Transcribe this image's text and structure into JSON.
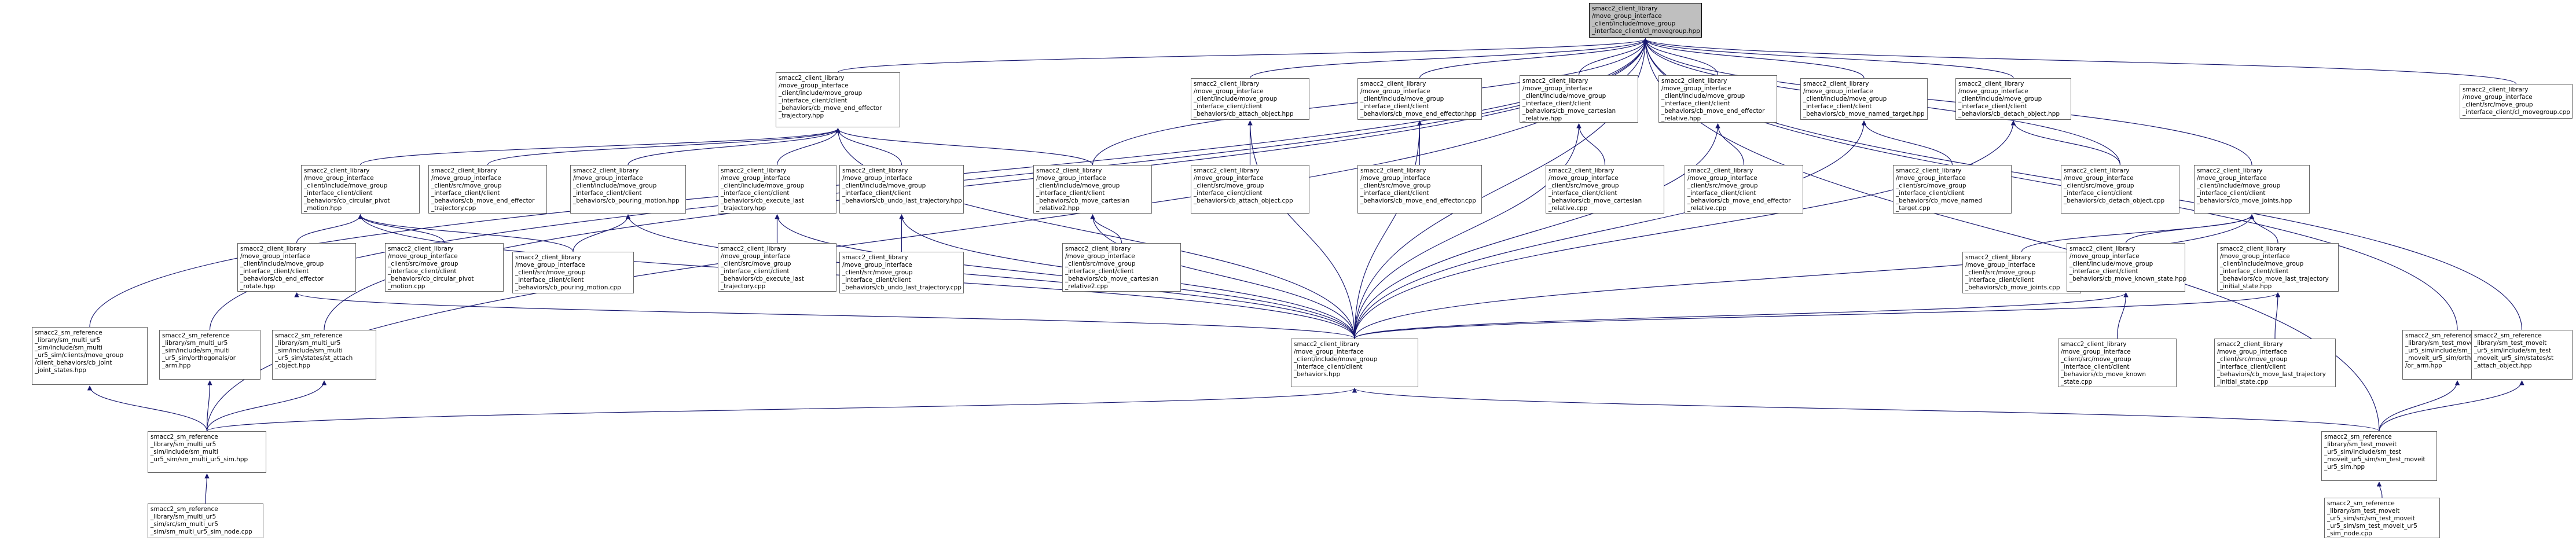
{
  "graph": {
    "edge_color": "#191970",
    "node_fill": "#ffffff",
    "root_fill": "#bfbfbf",
    "border_color": "#666666",
    "nodes": {
      "root": [
        "smacc2_client_library",
        "/move_group_interface",
        "_client/include/move_group",
        "_interface_client/cl_movegroup.hpp"
      ],
      "cb_move_end_effector_trajectory_hpp": [
        "smacc2_client_library",
        "/move_group_interface",
        "_client/include/move_group",
        "_interface_client/client",
        "_behaviors/cb_move_end_effector",
        "_trajectory.hpp"
      ],
      "cb_attach_object_hpp": [
        "smacc2_client_library",
        "/move_group_interface",
        "_client/include/move_group",
        "_interface_client/client",
        "_behaviors/cb_attach_object.hpp"
      ],
      "cb_move_end_effector_hpp": [
        "smacc2_client_library",
        "/move_group_interface",
        "_client/include/move_group",
        "_interface_client/client",
        "_behaviors/cb_move_end_effector.hpp"
      ],
      "cb_move_cartesian_relative_hpp": [
        "smacc2_client_library",
        "/move_group_interface",
        "_client/include/move_group",
        "_interface_client/client",
        "_behaviors/cb_move_cartesian",
        "_relative.hpp"
      ],
      "cb_move_end_effector_relative_hpp": [
        "smacc2_client_library",
        "/move_group_interface",
        "_client/include/move_group",
        "_interface_client/client",
        "_behaviors/cb_move_end_effector",
        "_relative.hpp"
      ],
      "cb_move_named_target_hpp": [
        "smacc2_client_library",
        "/move_group_interface",
        "_client/include/move_group",
        "_interface_client/client",
        "_behaviors/cb_move_named_target.hpp"
      ],
      "cb_detach_object_hpp": [
        "smacc2_client_library",
        "/move_group_interface",
        "_client/include/move_group",
        "_interface_client/client",
        "_behaviors/cb_detach_object.hpp"
      ],
      "cl_movegroup_cpp": [
        "smacc2_client_library",
        "/move_group_interface",
        "_client/src/move_group",
        "_interface_client/cl_movegroup.cpp"
      ],
      "cb_circular_pivot_motion_hpp": [
        "smacc2_client_library",
        "/move_group_interface",
        "_client/include/move_group",
        "_interface_client/client",
        "_behaviors/cb_circular_pivot",
        "_motion.hpp"
      ],
      "cb_move_end_effector_trajectory_cpp": [
        "smacc2_client_library",
        "/move_group_interface",
        "_client/src/move_group",
        "_interface_client/client",
        "_behaviors/cb_move_end_effector",
        "_trajectory.cpp"
      ],
      "cb_pouring_motion_hpp": [
        "smacc2_client_library",
        "/move_group_interface",
        "_client/include/move_group",
        "_interface_client/client",
        "_behaviors/cb_pouring_motion.hpp"
      ],
      "cb_execute_last_trajectory_hpp": [
        "smacc2_client_library",
        "/move_group_interface",
        "_client/include/move_group",
        "_interface_client/client",
        "_behaviors/cb_execute_last",
        "_trajectory.hpp"
      ],
      "cb_undo_last_trajectory_hpp": [
        "smacc2_client_library",
        "/move_group_interface",
        "_client/include/move_group",
        "_interface_client/client",
        "_behaviors/cb_undo_last_trajectory.hpp"
      ],
      "cb_move_cartesian_relative2_hpp": [
        "smacc2_client_library",
        "/move_group_interface",
        "_client/include/move_group",
        "_interface_client/client",
        "_behaviors/cb_move_cartesian",
        "_relative2.hpp"
      ],
      "cb_attach_object_cpp": [
        "smacc2_client_library",
        "/move_group_interface",
        "_client/src/move_group",
        "_interface_client/client",
        "_behaviors/cb_attach_object.cpp"
      ],
      "cb_move_end_effector_cpp": [
        "smacc2_client_library",
        "/move_group_interface",
        "_client/src/move_group",
        "_interface_client/client",
        "_behaviors/cb_move_end_effector.cpp"
      ],
      "cb_move_cartesian_relative_cpp": [
        "smacc2_client_library",
        "/move_group_interface",
        "_client/src/move_group",
        "_interface_client/client",
        "_behaviors/cb_move_cartesian",
        "_relative.cpp"
      ],
      "cb_move_end_effector_relative_cpp": [
        "smacc2_client_library",
        "/move_group_interface",
        "_client/src/move_group",
        "_interface_client/client",
        "_behaviors/cb_move_end_effector",
        "_relative.cpp"
      ],
      "cb_move_named_target_cpp": [
        "smacc2_client_library",
        "/move_group_interface",
        "_client/src/move_group",
        "_interface_client/client",
        "_behaviors/cb_move_named",
        "_target.cpp"
      ],
      "cb_detach_object_cpp": [
        "smacc2_client_library",
        "/move_group_interface",
        "_client/src/move_group",
        "_interface_client/client",
        "_behaviors/cb_detach_object.cpp"
      ],
      "cb_move_joints_hpp": [
        "smacc2_client_library",
        "/move_group_interface",
        "_client/include/move_group",
        "_interface_client/client",
        "_behaviors/cb_move_joints.hpp"
      ],
      "cb_end_effector_rotate_hpp": [
        "smacc2_client_library",
        "/move_group_interface",
        "_client/include/move_group",
        "_interface_client/client",
        "_behaviors/cb_end_effector",
        "_rotate.hpp"
      ],
      "cb_circular_pivot_motion_cpp": [
        "smacc2_client_library",
        "/move_group_interface",
        "_client/src/move_group",
        "_interface_client/client",
        "_behaviors/cb_circular_pivot",
        "_motion.cpp"
      ],
      "cb_pouring_motion_cpp": [
        "smacc2_client_library",
        "/move_group_interface",
        "_client/src/move_group",
        "_interface_client/client",
        "_behaviors/cb_pouring_motion.cpp"
      ],
      "cb_execute_last_trajectory_cpp": [
        "smacc2_client_library",
        "/move_group_interface",
        "_client/src/move_group",
        "_interface_client/client",
        "_behaviors/cb_execute_last",
        "_trajectory.cpp"
      ],
      "cb_undo_last_trajectory_cpp": [
        "smacc2_client_library",
        "/move_group_interface",
        "_client/src/move_group",
        "_interface_client/client",
        "_behaviors/cb_undo_last_trajectory.cpp"
      ],
      "cb_move_cartesian_relative2_cpp": [
        "smacc2_client_library",
        "/move_group_interface",
        "_client/src/move_group",
        "_interface_client/client",
        "_behaviors/cb_move_cartesian",
        "_relative2.cpp"
      ],
      "cb_move_joints_cpp": [
        "smacc2_client_library",
        "/move_group_interface",
        "_client/src/move_group",
        "_interface_client/client",
        "_behaviors/cb_move_joints.cpp"
      ],
      "cb_move_known_state_hpp": [
        "smacc2_client_library",
        "/move_group_interface",
        "_client/include/move_group",
        "_interface_client/client",
        "_behaviors/cb_move_known_state.hpp"
      ],
      "cb_move_last_trajectory_initial_state_hpp": [
        "smacc2_client_library",
        "/move_group_interface",
        "_client/include/move_group",
        "_interface_client/client",
        "_behaviors/cb_move_last_trajectory",
        "_initial_state.hpp"
      ],
      "client_behaviors_hpp": [
        "smacc2_client_library",
        "/move_group_interface",
        "_client/include/move_group",
        "_interface_client/client",
        "_behaviors.hpp"
      ],
      "cb_move_known_state_cpp": [
        "smacc2_client_library",
        "/move_group_interface",
        "_client/src/move_group",
        "_interface_client/client",
        "_behaviors/cb_move_known",
        "_state.cpp"
      ],
      "cb_move_last_trajectory_initial_state_cpp": [
        "smacc2_client_library",
        "/move_group_interface",
        "_client/src/move_group",
        "_interface_client/client",
        "_behaviors/cb_move_last_trajectory",
        "_initial_state.cpp"
      ],
      "sm_multi_ur5_cb_joint_states_hpp": [
        "smacc2_sm_reference",
        "_library/sm_multi_ur5",
        "_sim/include/sm_multi",
        "_ur5_sim/clients/move_group",
        "/client_behaviors/cb_joint",
        "_joint_states.hpp"
      ],
      "sm_multi_ur5_or_arm_hpp": [
        "smacc2_sm_reference",
        "_library/sm_multi_ur5",
        "_sim/include/sm_multi",
        "_ur5_sim/orthogonals/or",
        "_arm.hpp"
      ],
      "sm_multi_ur5_st_attach_object_hpp": [
        "smacc2_sm_reference",
        "_library/sm_multi_ur5",
        "_sim/include/sm_multi",
        "_ur5_sim/states/st_attach",
        "_object.hpp"
      ],
      "sm_test_moveit_or_arm_hpp": [
        "smacc2_sm_reference",
        "_library/sm_test_moveit",
        "_ur5_sim/include/sm_test",
        "_moveit_ur5_sim/orthogonals",
        "/or_arm.hpp"
      ],
      "sm_test_moveit_st_attach_object_hpp": [
        "smacc2_sm_reference",
        "_library/sm_test_moveit",
        "_ur5_sim/include/sm_test",
        "_moveit_ur5_sim/states/st",
        "_attach_object.hpp"
      ],
      "sm_multi_ur5_sim_hpp": [
        "smacc2_sm_reference",
        "_library/sm_multi_ur5",
        "_sim/include/sm_multi",
        "_ur5_sim/sm_multi_ur5_sim.hpp"
      ],
      "sm_test_moveit_ur5_sim_hpp": [
        "smacc2_sm_reference",
        "_library/sm_test_moveit",
        "_ur5_sim/include/sm_test",
        "_moveit_ur5_sim/sm_test_moveit",
        "_ur5_sim.hpp"
      ],
      "sm_multi_ur5_sim_node_cpp": [
        "smacc2_sm_reference",
        "_library/sm_multi_ur5",
        "_sim/src/sm_multi_ur5",
        "_sim/sm_multi_ur5_sim_node.cpp"
      ],
      "sm_test_moveit_ur5_sim_node_cpp": [
        "smacc2_sm_reference",
        "_library/sm_test_moveit",
        "_ur5_sim/src/sm_test_moveit",
        "_ur5_sim/sm_test_moveit_ur5",
        "_sim_node.cpp"
      ]
    }
  }
}
